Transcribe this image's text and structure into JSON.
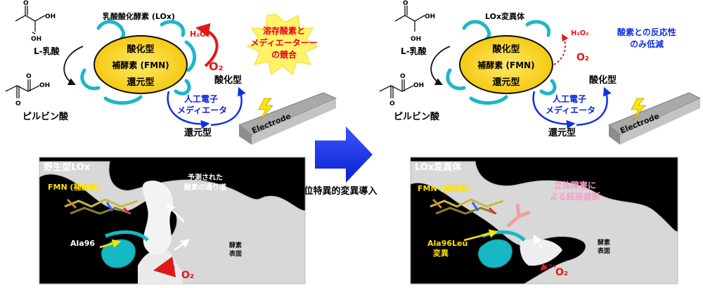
{
  "left_panel": {
    "title": "乳酸酸化酵素 (LOx)",
    "substrate": "L-乳酸",
    "product": "ピルビン酸",
    "enzyme_states": [
      "酸化型",
      "補酵素 (FMN)",
      "還元型"
    ],
    "h2o2": "H₂O₂",
    "o2": "O₂",
    "burst_text": [
      "溶存酸素と",
      "メディエーターー",
      "の競合"
    ],
    "mediator_ox": "酸化型",
    "mediator": [
      "人工電子",
      "メディエータ"
    ],
    "mediator_red": "還元型",
    "electrode": "Electrode",
    "oh": "OH",
    "o": "O",
    "colors": {
      "burst": "#fff36a",
      "burst_text": "#e8001c",
      "mediator": "#0b22e0"
    }
  },
  "right_panel": {
    "title": "LOx変異体",
    "substrate": "L-乳酸",
    "product": "ピルビン酸",
    "enzyme_states": [
      "酸化型",
      "補酵素 (FMN)",
      "還元型"
    ],
    "h2o2": "H₂O₂",
    "o2": "O₂",
    "note": [
      "酸素との反応性",
      "のみ低減"
    ],
    "mediator_ox": "酸化型",
    "mediator": [
      "人工電子",
      "メディエータ"
    ],
    "mediator_red": "還元型",
    "electrode": "Electrode",
    "oh": "OH",
    "o": "O"
  },
  "center": {
    "label": "部位特異的変異導入",
    "arrow_color": "#1a2fe8"
  },
  "wild_inset": {
    "title": "野生型LOx",
    "fmn": "FMN (補酵素)",
    "path_note": [
      "予測された",
      "酸素の通り道"
    ],
    "residue": "Ala96",
    "surface": [
      "酵素",
      "表面"
    ],
    "o2": "O₂"
  },
  "mutant_inset": {
    "title": "LOx変異体",
    "fmn": "FMN (補酵素)",
    "block_note": [
      "立体障害に",
      "よる経路遮断"
    ],
    "residue": [
      "Ala96Leu",
      "変異"
    ],
    "surface": [
      "酵素",
      "表面"
    ],
    "o2": "O₂"
  }
}
